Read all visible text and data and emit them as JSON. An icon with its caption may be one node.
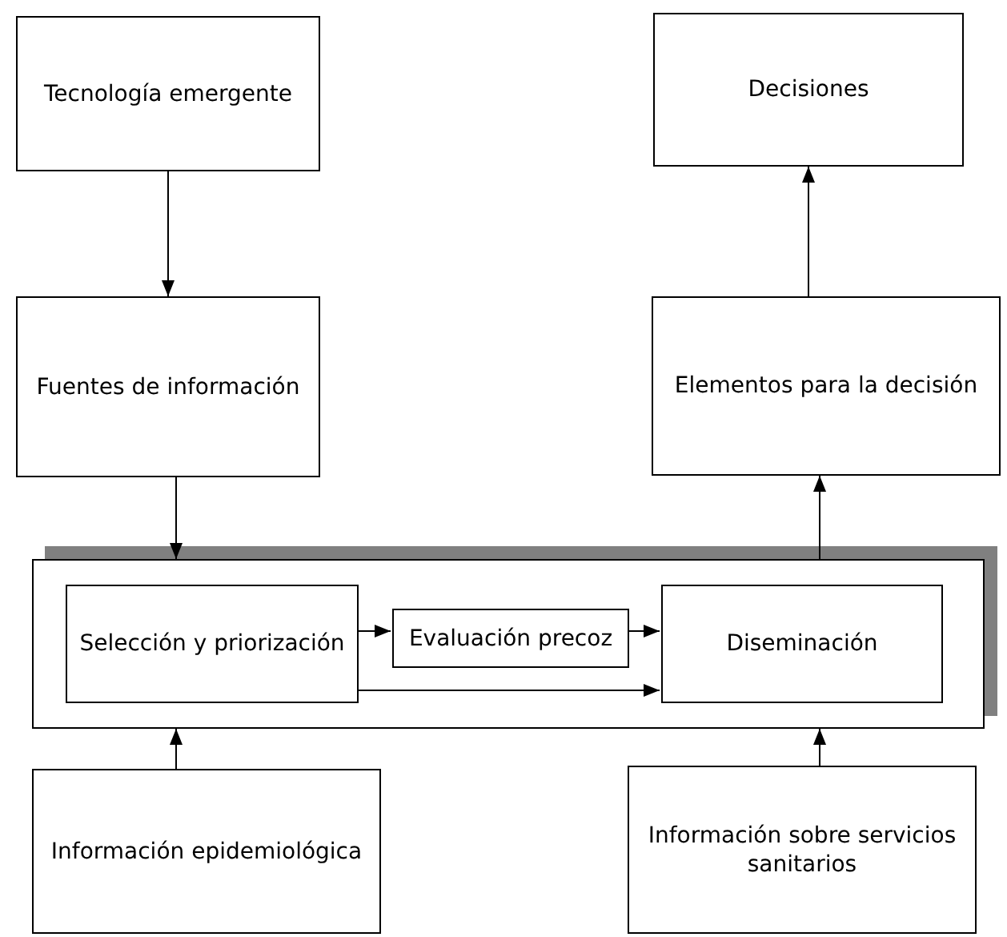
{
  "diagram": {
    "nodes": [
      {
        "text": [
          "Tecnología emergente"
        ]
      },
      {
        "text": [
          "Decisiones"
        ]
      },
      {
        "text": [
          "Fuentes de información"
        ]
      },
      {
        "text": [
          "Elementos para la decisión"
        ]
      },
      {
        "text": [],
        "shape": "box"
      },
      {
        "text": [
          "Selección y priorización"
        ],
        "in": 4
      },
      {
        "text": [
          "Evaluación precoz"
        ],
        "in": 4
      },
      {
        "text": [
          "Diseminación"
        ],
        "in": 4
      },
      {
        "text": [
          "Información epidemiológica"
        ]
      },
      {
        "text": [
          "Información sobre servicios sanitarios"
        ]
      }
    ],
    "edges": [
      {
        "from": 0,
        "to": 2,
        "arrow": "to"
      },
      {
        "from": 2,
        "to": 4,
        "arrow": "to"
      },
      {
        "from": 8,
        "to": 4,
        "arrow": "to"
      },
      {
        "from": 4,
        "to": 3,
        "arrow": "to"
      },
      {
        "from": 3,
        "to": 1,
        "arrow": "to"
      },
      {
        "from": 5,
        "to": 6,
        "arrow": "to"
      },
      {
        "from": 6,
        "to": 7,
        "arrow": "to"
      },
      {
        "from": 5,
        "to": 7,
        "arrow": "to"
      },
      {
        "from": 9,
        "to": 4,
        "arrow": "to"
      }
    ]
  }
}
